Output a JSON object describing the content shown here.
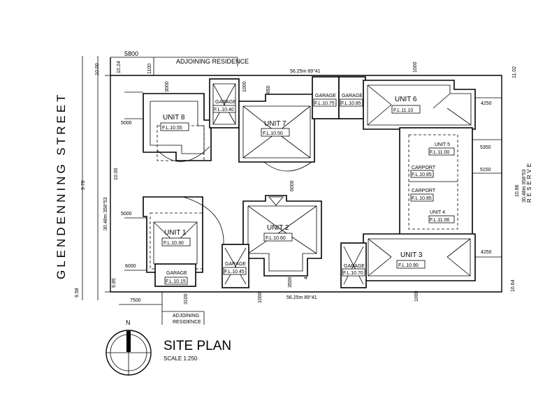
{
  "street": {
    "name": "GLENDENNING STREET"
  },
  "reserve": {
    "label": "RESERVE"
  },
  "adjoining": {
    "top_label": "ADJOINING RESIDENCE",
    "bottom_label_line1": "ADJOINING",
    "bottom_label_line2": "RESIDENCE"
  },
  "boundary": {
    "top_bearing": "56.25m 89°41",
    "bottom_bearing": "56.25m 89°41",
    "left_bearing": "30.48m 358°53",
    "right_bearing": "30.48m 358°53",
    "corner_tl": "10.00",
    "corner_tl2": "10.24",
    "corner_tr": "11.02",
    "corner_bl": "9.85",
    "corner_bl2": "9.58",
    "corner_br": "10.64",
    "left_mid": "9.78",
    "left_mid2": "10.00",
    "right_mid": "10.86"
  },
  "dimensions": {
    "d5800": "5800",
    "d1100": "1100",
    "d3000_top": "3000",
    "d1000_a": "1000",
    "d3850": "3850",
    "d1000_top_right": "1000",
    "d5000_a": "5000",
    "d5000_b": "5000",
    "d6000_left": "6000",
    "d6000_mid": "6000",
    "d4250_top": "4250",
    "d5350": "5350",
    "d5150": "5150",
    "d4250_bottom": "4250",
    "d7500": "7500",
    "d3100": "3100",
    "d1000_b": "1000",
    "d3500": "3500",
    "d4500": "4500",
    "d1000_c": "1000"
  },
  "units": {
    "u8": {
      "name": "UNIT 8",
      "fl": "F.L.10.55"
    },
    "u7": {
      "name": "UNIT 7",
      "fl": "F.L.10.50"
    },
    "u6": {
      "name": "UNIT 6",
      "fl": "F.L.11.10"
    },
    "u5": {
      "name": "UNIT 5",
      "fl": "F.L.11.00"
    },
    "u4": {
      "name": "UNIT 4",
      "fl": "F.L.11.06"
    },
    "u3": {
      "name": "UNIT 3",
      "fl": "F.L.10.90"
    },
    "u2": {
      "name": "UNIT 2",
      "fl": "F.L.10.60"
    },
    "u1": {
      "name": "UNIT 1",
      "fl": "F.L.10.30"
    }
  },
  "garages": {
    "g8": {
      "label": "GARAGE",
      "fl": "F.L.10.40"
    },
    "g7a": {
      "label": "GARAGE",
      "fl": "F.L.10.75"
    },
    "g7b": {
      "label": "GARAGE",
      "fl": "F.L.10.85"
    },
    "g1": {
      "label": "GARAGE",
      "fl": "F.L.10.15"
    },
    "g2": {
      "label": "GARAGE",
      "fl": "F.L.10.45"
    },
    "g3": {
      "label": "GARAGE",
      "fl": "F.L.10.70"
    }
  },
  "carports": {
    "c5": {
      "label": "CARPORT",
      "fl": "F.L.10.85"
    },
    "c4": {
      "label": "CARPORT",
      "fl": "F.L.10.85"
    }
  },
  "north": {
    "label": "N"
  },
  "title": {
    "text": "SITE PLAN",
    "scale": "SCALE 1:250"
  }
}
